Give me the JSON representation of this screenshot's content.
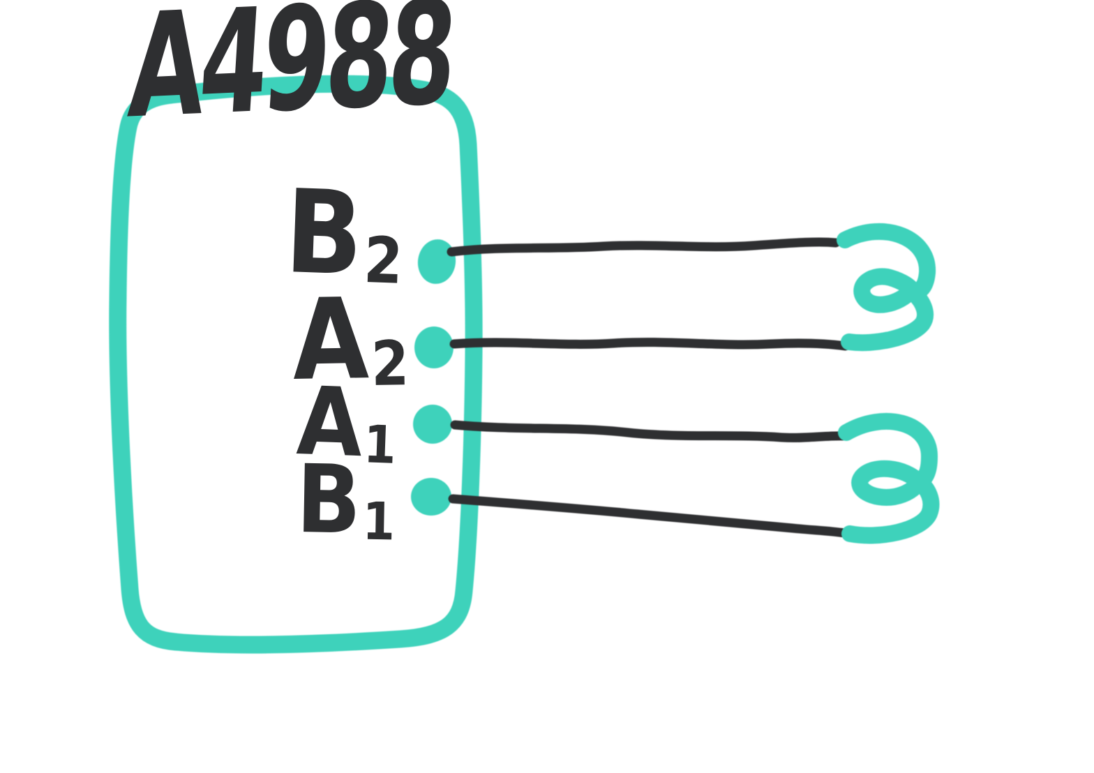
{
  "colors": {
    "accent": "#3ed2bb",
    "ink": "#2e2f31",
    "background": "#ffffff"
  },
  "chip": {
    "label": "A4988",
    "pins": [
      {
        "id": "B2",
        "base": "B",
        "sub": "2"
      },
      {
        "id": "A2",
        "base": "A",
        "sub": "2"
      },
      {
        "id": "A1",
        "base": "A",
        "sub": "1"
      },
      {
        "id": "B1",
        "base": "B",
        "sub": "1"
      }
    ]
  },
  "connections": {
    "coil_1": [
      "B2",
      "A2"
    ],
    "coil_2": [
      "A1",
      "B1"
    ]
  }
}
